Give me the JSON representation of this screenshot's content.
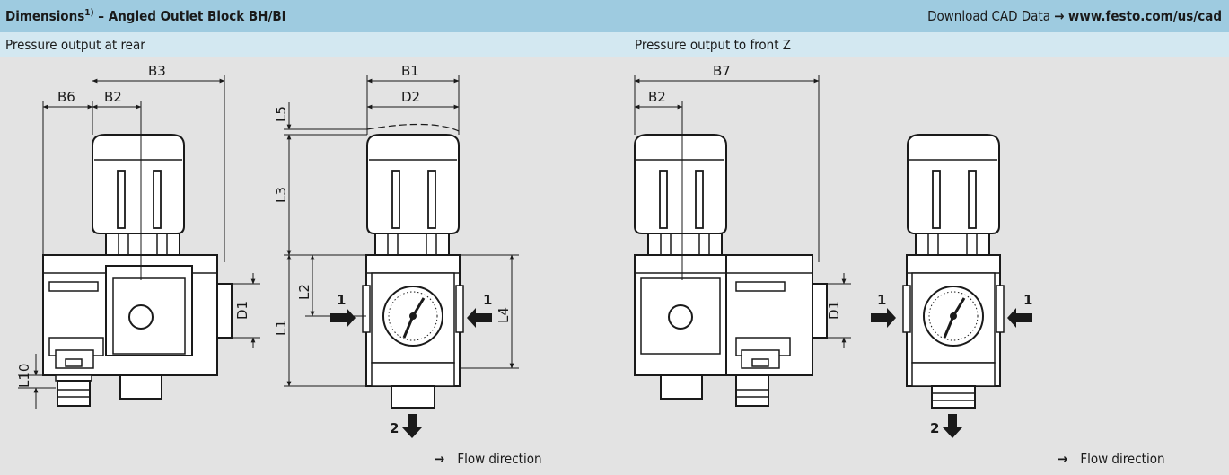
{
  "header": {
    "title_main": "Dimensions",
    "title_sup": "1)",
    "title_rest": " – Angled Outlet Block BH/BI",
    "download_label": "Download CAD Data ",
    "arrow_icon": "→",
    "download_url": "www.festo.com/us/cad"
  },
  "sections": {
    "rear_label": "Pressure output at rear",
    "front_label": "Pressure output to front Z"
  },
  "dimensions": {
    "B3": "B3",
    "B6": "B6",
    "B2": "B2",
    "B1": "B1",
    "D2": "D2",
    "B7": "B7",
    "L5": "L5",
    "L3": "L3",
    "L2": "L2",
    "L1": "L1",
    "L4": "L4",
    "L10": "L10",
    "D1": "D1"
  },
  "ports": {
    "inlet": "1",
    "outlet": "2"
  },
  "flow_label": "Flow direction",
  "colors": {
    "header": "#9ecbe0",
    "subheader": "#d3e8f1",
    "canvas": "#e3e3e3"
  }
}
